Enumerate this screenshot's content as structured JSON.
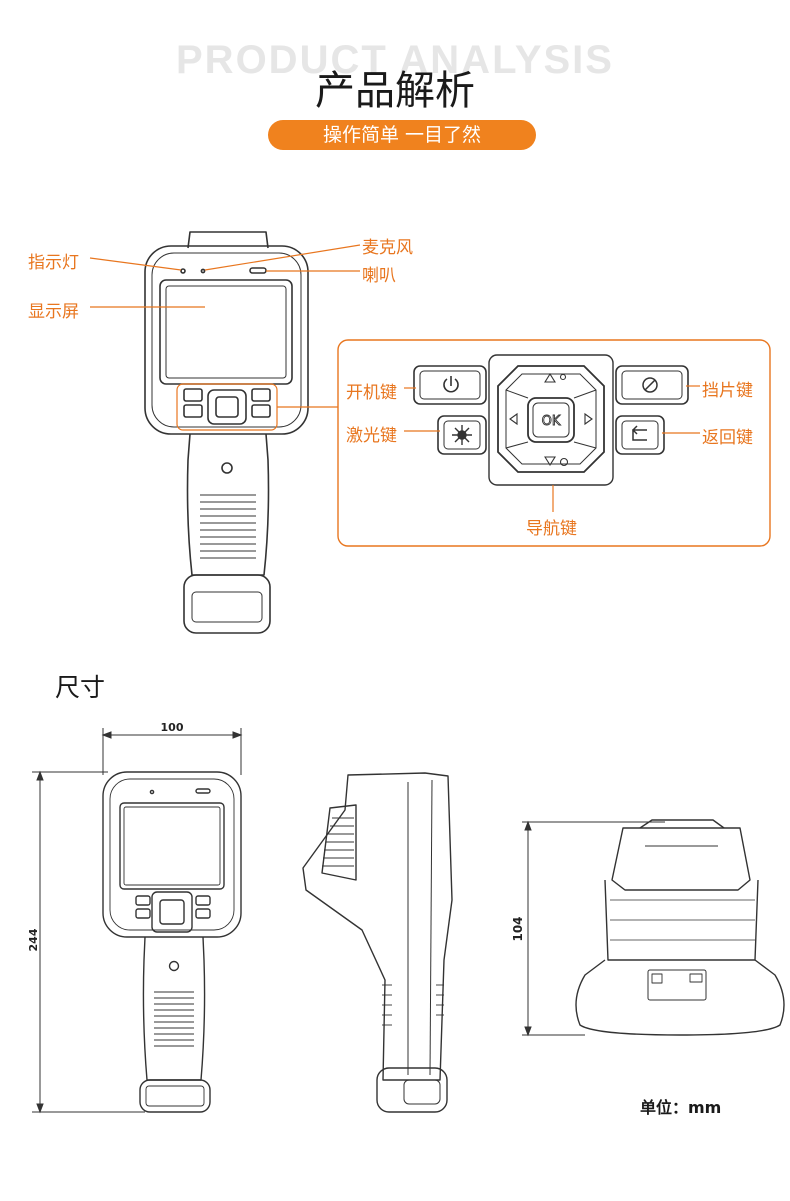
{
  "header": {
    "bg_title": "PRODUCT ANALYSIS",
    "title": "产品解析",
    "subtitle": "操作简单 一目了然"
  },
  "callouts": {
    "indicator": "指示灯",
    "display": "显示屏",
    "microphone": "麦克风",
    "speaker": "喇叭",
    "power_key": "开机键",
    "laser_key": "激光键",
    "shutter_key": "挡片键",
    "back_key": "返回键",
    "nav_key": "导航键"
  },
  "keys": {
    "ok": "OK"
  },
  "dimensions": {
    "section_title": "尺寸",
    "width": "100",
    "height": "244",
    "depth": "104",
    "unit": "单位：mm"
  },
  "colors": {
    "accent": "#f0821e",
    "callout": "#e8761f",
    "line": "#333333"
  }
}
